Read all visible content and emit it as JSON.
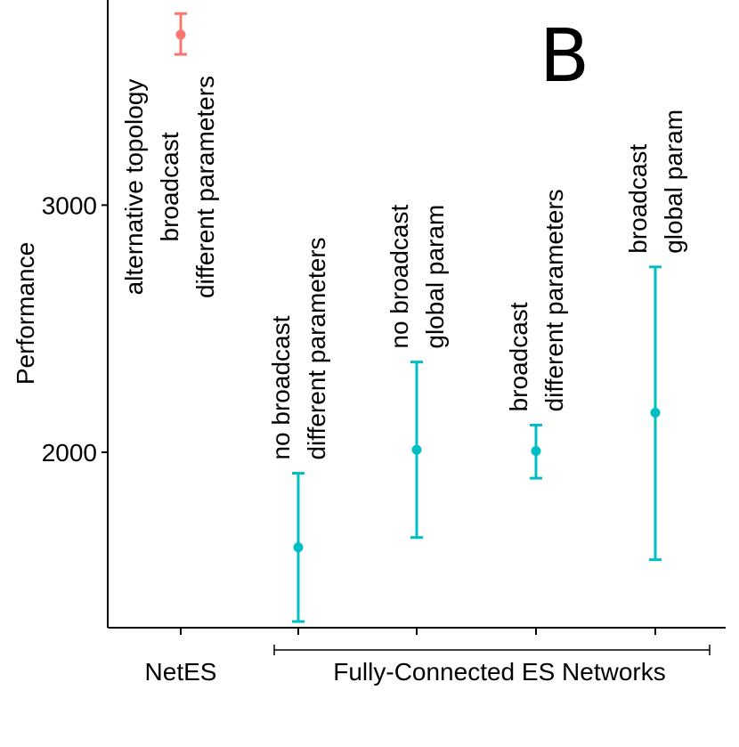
{
  "chart_data": {
    "type": "scatter",
    "panel_letter": "B",
    "ylabel": "Performance",
    "xlabel": "",
    "ylim": [
      1290,
      3830
    ],
    "yticks": [
      2000,
      3000
    ],
    "grid": false,
    "legend": "none",
    "groups": [
      {
        "label": "NetES",
        "color": "#f8766d"
      },
      {
        "label": "Fully-Connected ES Networks",
        "color": "#00bfc4"
      }
    ],
    "points": [
      {
        "group": 0,
        "label_lines": [
          "alternative topology",
          "broadcast",
          "different parameters"
        ],
        "mean": 3690,
        "lower": 3610,
        "upper": 3775
      },
      {
        "group": 1,
        "label_lines": [
          "no broadcast",
          "different parameters"
        ],
        "mean": 1615,
        "lower": 1315,
        "upper": 1915
      },
      {
        "group": 1,
        "label_lines": [
          "no broadcast",
          "global param"
        ],
        "mean": 2010,
        "lower": 1655,
        "upper": 2365
      },
      {
        "group": 1,
        "label_lines": [
          "broadcast",
          "different parameters"
        ],
        "mean": 2005,
        "lower": 1895,
        "upper": 2110
      },
      {
        "group": 1,
        "label_lines": [
          "broadcast",
          "global param"
        ],
        "mean": 2160,
        "lower": 1565,
        "upper": 2750
      }
    ]
  }
}
